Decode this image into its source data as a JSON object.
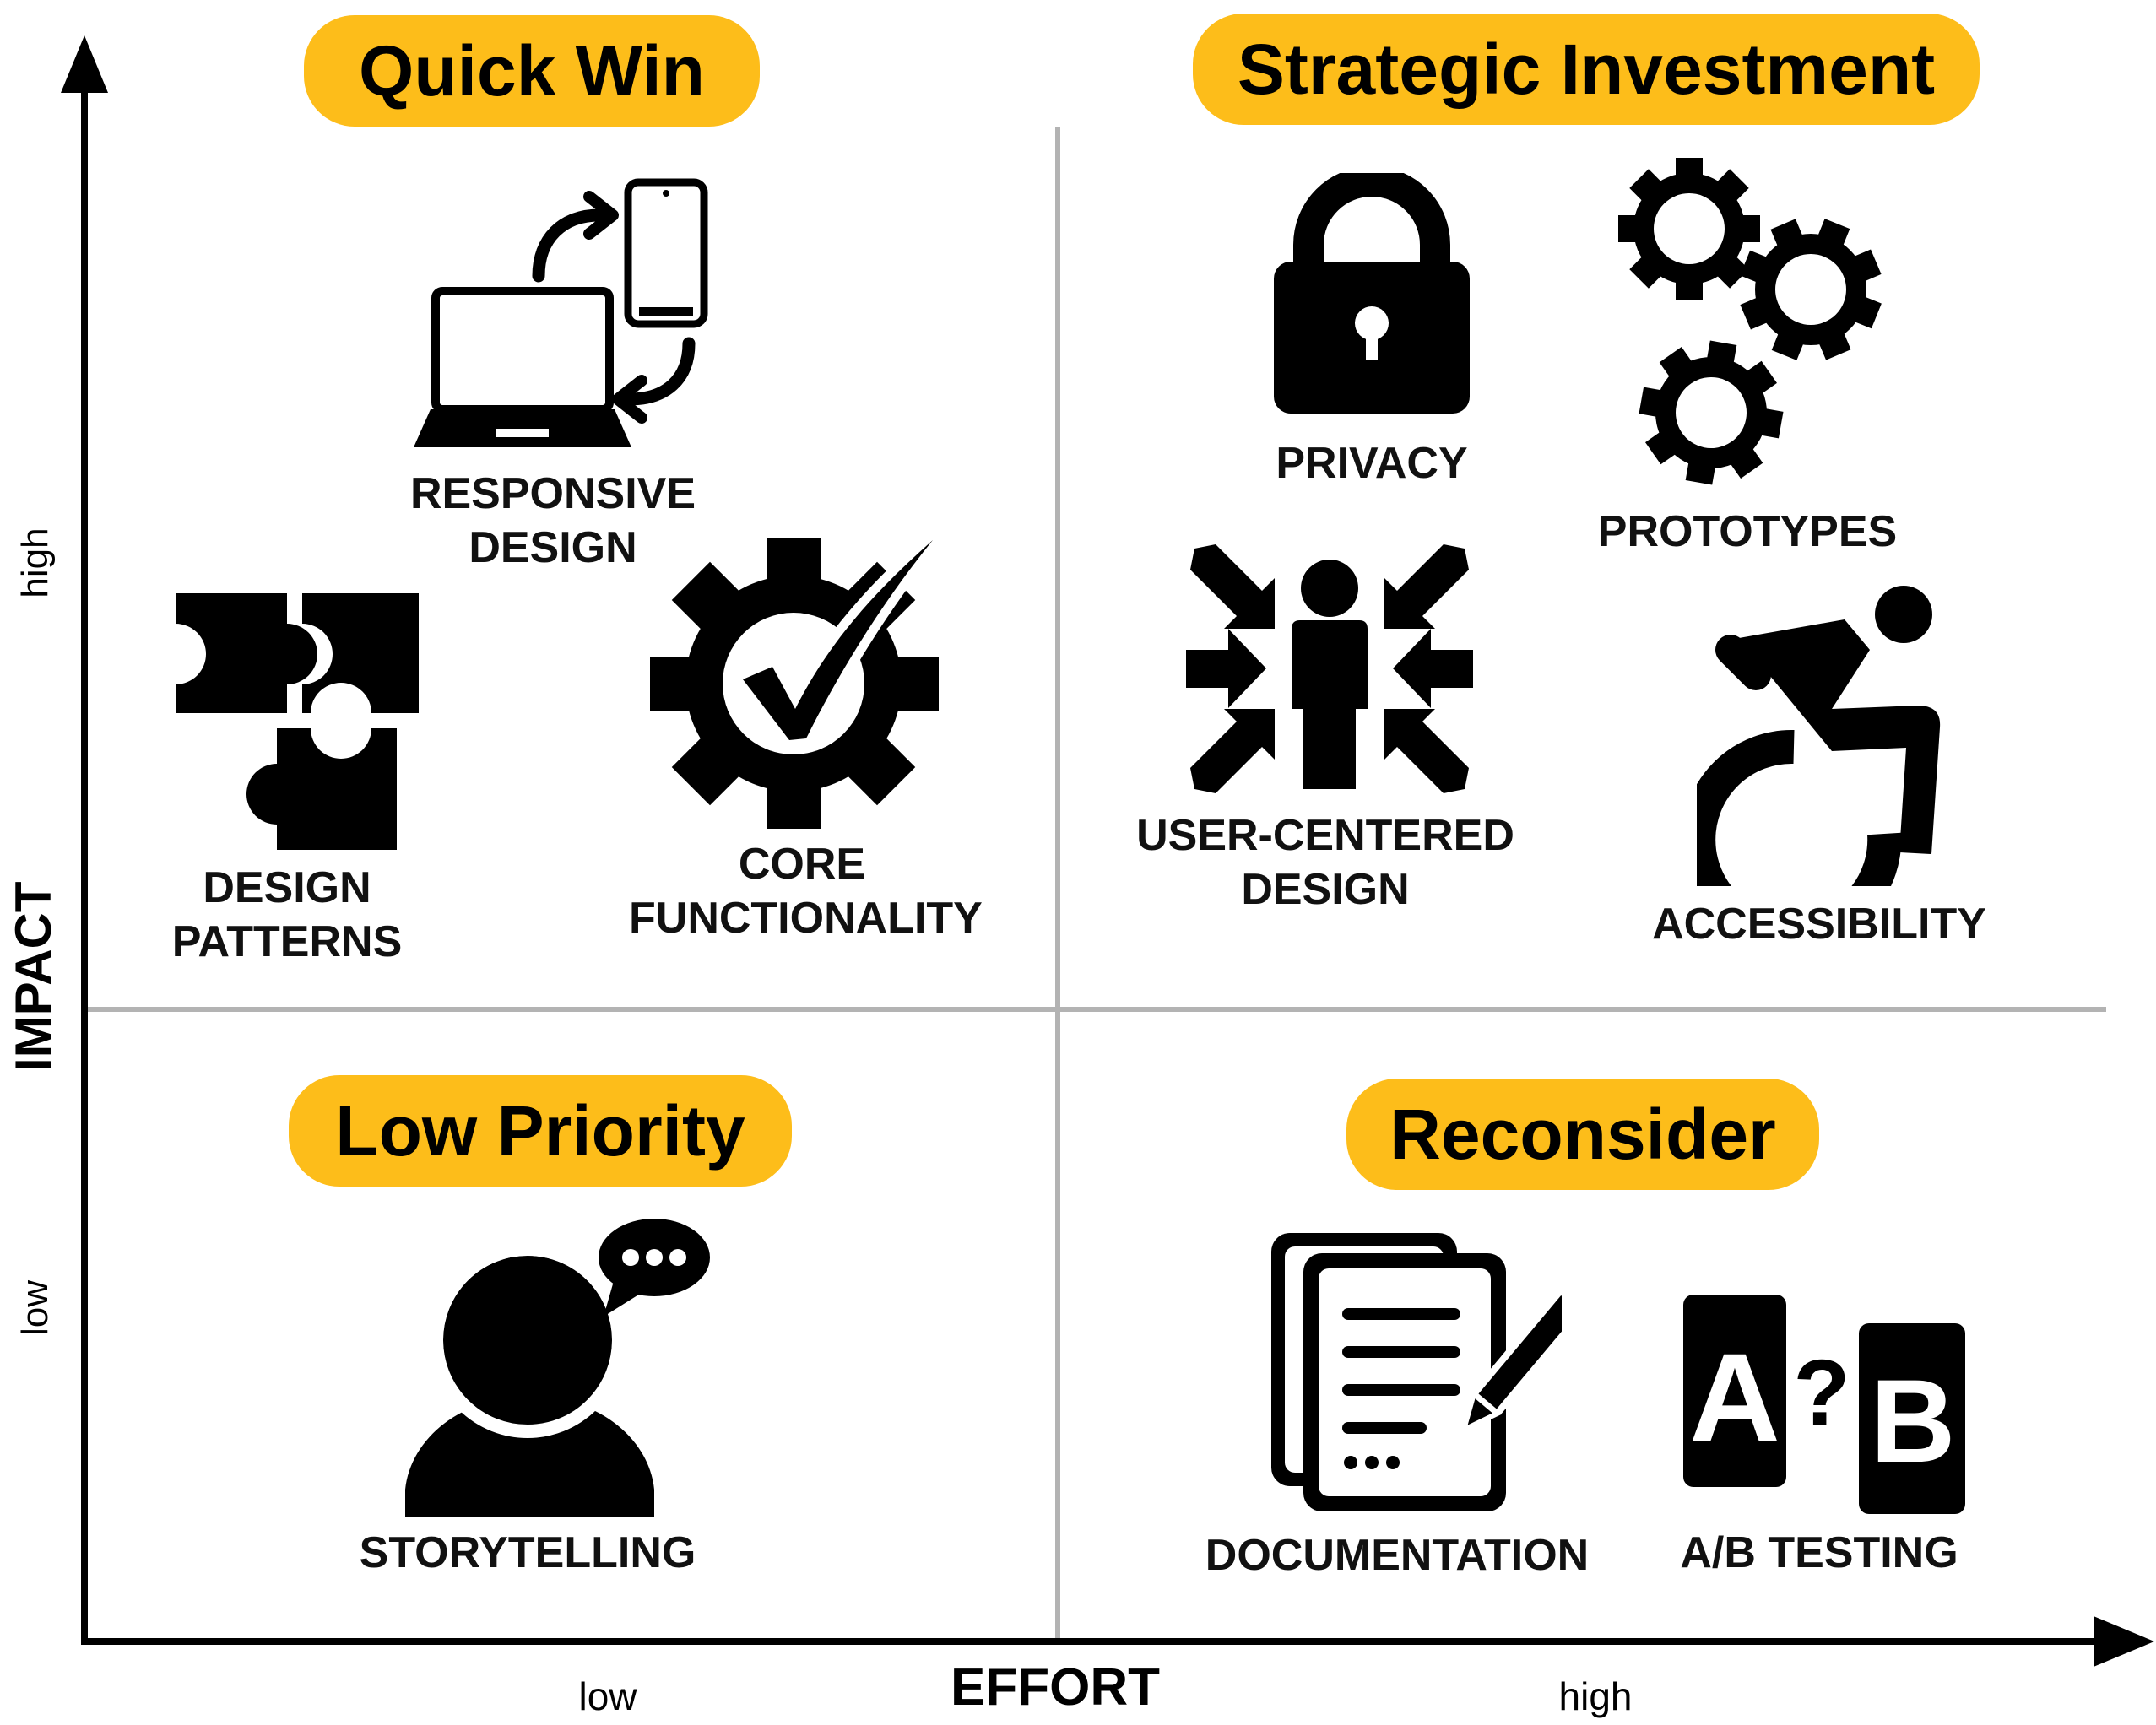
{
  "axes": {
    "y_title": "IMPACT",
    "x_title": "EFFORT",
    "y_high": "high",
    "y_low": "low",
    "x_low": "low",
    "x_high": "high"
  },
  "quadrants": {
    "top_left": "Quick Win",
    "top_right": "Strategic Investment",
    "bottom_left": "Low Priority",
    "bottom_right": "Reconsider"
  },
  "items": {
    "responsive_line1": "RESPONSIVE",
    "responsive_line2": "DESIGN",
    "patterns_line1": "DESIGN",
    "patterns_line2": "PATTERNS",
    "core_line1": "CORE",
    "core_line2": "FUNCTIONALITY",
    "privacy": "PRIVACY",
    "prototypes": "PROTOTYPES",
    "ucd_line1": "USER-CENTERED",
    "ucd_line2": "DESIGN",
    "accessibility": "ACCESSIBILITY",
    "storytelling": "STORYTELLING",
    "documentation": "DOCUMENTATION",
    "ab_testing": "A/B TESTING",
    "ab_letter_a": "A",
    "ab_letter_b": "B",
    "ab_question": "?"
  },
  "colors": {
    "pill": "#FDBD1A",
    "axis": "#000000",
    "divider": "#B3B3B3"
  }
}
